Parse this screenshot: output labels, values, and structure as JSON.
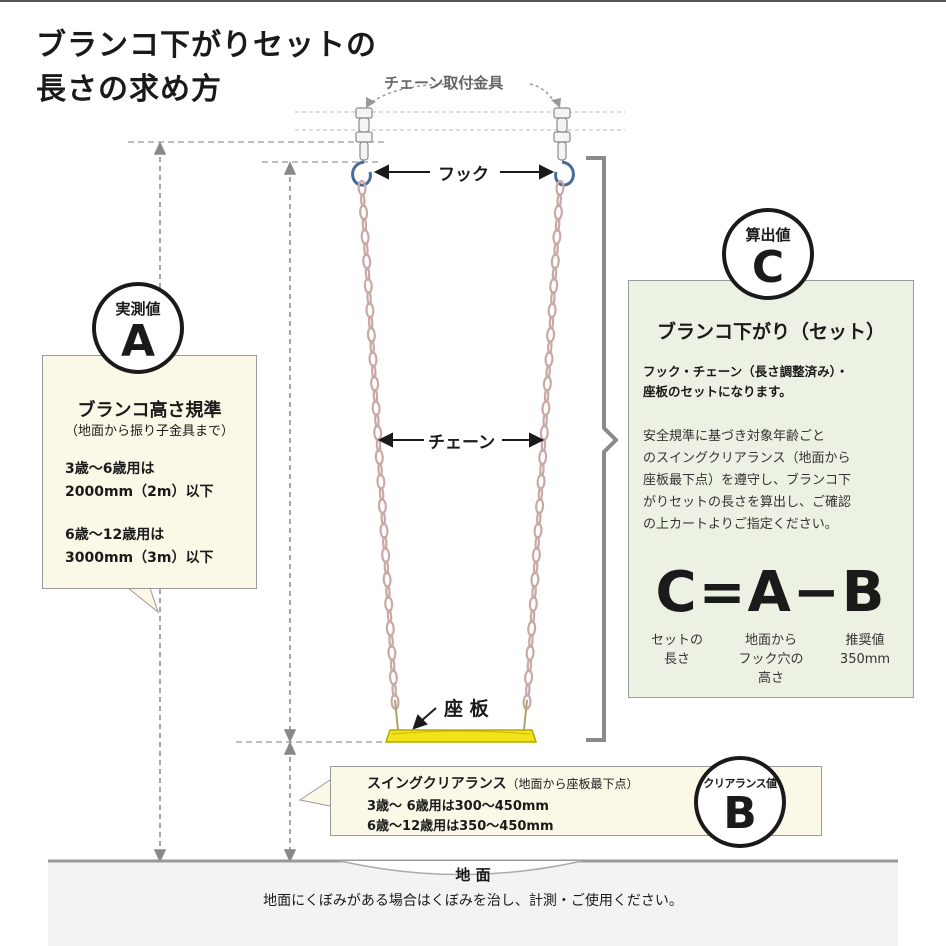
{
  "title": {
    "line1": "ブランコ下がりセットの",
    "line2": "長さの求め方"
  },
  "labels": {
    "mount_fitting": "チェーン取付金具",
    "hook": "フック",
    "chain": "チェーン",
    "seat": "座 板",
    "ground": "地 面",
    "ground_note": "地面にくぼみがある場合はくぼみを治し、計測・ご使用ください。"
  },
  "value_a": {
    "badge_label": "実測値",
    "letter": "A",
    "heading": "ブランコ高さ規準",
    "subheading": "（地面から振り子金具まで）",
    "rule1_line1": "3歳〜6歳用は",
    "rule1_line2": "2000mm（2m）以下",
    "rule2_line1": "6歳〜12歳用は",
    "rule2_line2": "3000mm（3m）以下"
  },
  "value_c": {
    "badge_label": "算出値",
    "letter": "C",
    "heading": "ブランコ下がり（セット）",
    "desc_line1": "フック・チェーン（長さ調整済み）・",
    "desc_line2": "座板のセットになります。",
    "body_lines": [
      "安全規準に基づき対象年齢ごと",
      "のスイングクリアランス（地面から",
      "座板最下点）を遵守し、ブランコ下",
      "がりセットの長さを算出し、ご確認",
      "の上カートよりご指定ください。"
    ]
  },
  "formula": {
    "expression": "C=A−B",
    "c_caption_1": "セットの",
    "c_caption_2": "長さ",
    "a_caption_1": "地面から",
    "a_caption_2": "フック穴の",
    "a_caption_3": "高さ",
    "b_caption_1": "推奨値",
    "b_caption_2": "350mm"
  },
  "value_b": {
    "badge_label": "クリアランス値",
    "letter": "B",
    "heading": "スイングクリアランス",
    "heading_note": "（地面から座板最下点）",
    "rule1": "3歳〜 6歳用は300〜450mm",
    "rule2": "6歳〜12歳用は350〜450mm"
  },
  "colors": {
    "chain": "#c9a9a6",
    "seat": "#f2e21a",
    "a_box": "#fbf8e7",
    "c_box": "#ecf2e3",
    "b_box": "#fbf8e7",
    "ground": "#f3f3f3"
  }
}
